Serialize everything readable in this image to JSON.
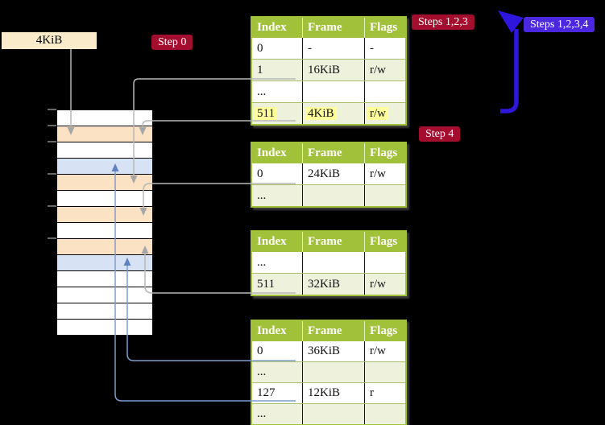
{
  "page_size_label": "4KiB",
  "step_labels": {
    "step0": "Step 0",
    "steps123": "Steps 1,2,3",
    "steps1234": "Steps 1,2,3,4",
    "step4": "Step 4"
  },
  "table_headers": [
    "Index",
    "Frame",
    "Flags"
  ],
  "tables": [
    {
      "name": "top-level-page-table",
      "rows": [
        [
          "0",
          "-",
          "-"
        ],
        [
          "1",
          "16KiB",
          "r/w"
        ],
        [
          "...",
          "",
          ""
        ],
        [
          "511",
          "4KiB",
          "r/w"
        ]
      ],
      "highlighted_row_index": "3"
    },
    {
      "name": "second-page-table",
      "rows": [
        [
          "0",
          "24KiB",
          "r/w"
        ],
        [
          "...",
          "",
          ""
        ]
      ]
    },
    {
      "name": "third-page-table",
      "rows": [
        [
          "...",
          "",
          ""
        ],
        [
          "511",
          "32KiB",
          "r/w"
        ]
      ]
    },
    {
      "name": "fourth-page-table",
      "rows": [
        [
          "0",
          "36KiB",
          "r/w"
        ],
        [
          "...",
          "",
          ""
        ],
        [
          "127",
          "12KiB",
          "r"
        ],
        [
          "...",
          "",
          ""
        ]
      ]
    }
  ],
  "memory": {
    "rows": [
      "white",
      "orange",
      "white",
      "blue",
      "orange",
      "white",
      "orange",
      "white",
      "orange",
      "blue",
      "white",
      "white",
      "white",
      "white"
    ]
  },
  "colors": {
    "table_header_green": "#a2c13b",
    "table_row_alt_green": "#eef2dd",
    "highlight_yellow": "#ffff9c",
    "crimson_label": "#a40e2e",
    "violet_label": "#4b28e0",
    "thick_arrow_blue": "#2f16dd",
    "thin_blue_line": "#7e9ccd",
    "gray_line": "#b7b7b7",
    "memory_orange_row": "#fbe2c5",
    "memory_blue_row": "#d7e2f4",
    "page_label_cream": "#faecca"
  }
}
